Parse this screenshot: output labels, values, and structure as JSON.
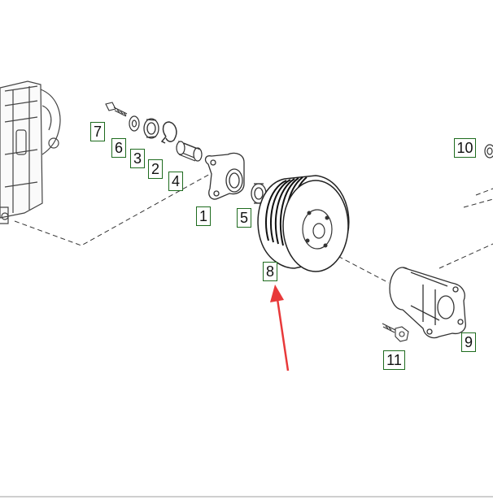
{
  "diagram": {
    "callouts": {
      "c1": "1",
      "c2": "2",
      "c3": "3",
      "c4": "4",
      "c5": "5",
      "c6": "6",
      "c7": "7",
      "c8": "8",
      "c9": "9",
      "c10": "10",
      "c11": "11"
    },
    "arrow_color": "#e8393a",
    "callout_border_color": "#1e6b1e",
    "line_color": "#333333"
  }
}
